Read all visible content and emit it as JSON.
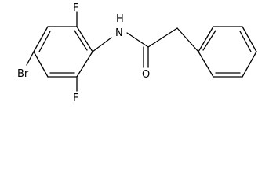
{
  "molecule": {
    "atom_labels": {
      "f_top": "F",
      "nh": "N",
      "h": "H",
      "o": "O",
      "br": "Br",
      "f_bottom": "F"
    }
  }
}
